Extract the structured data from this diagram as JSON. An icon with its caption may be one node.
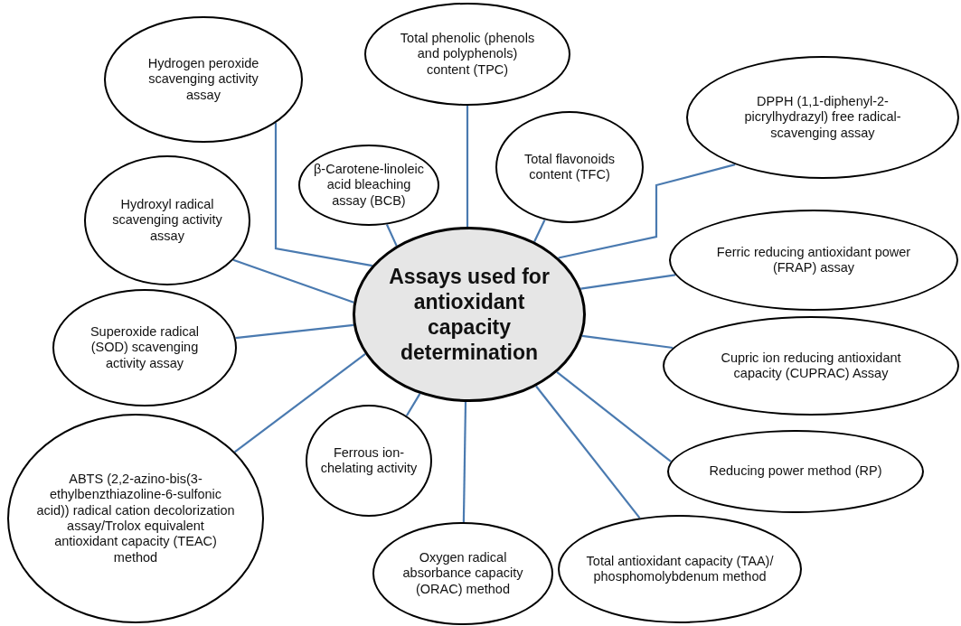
{
  "diagram": {
    "nodes": [
      {
        "text": [
          "Assays used for antioxidant capacity determination"
        ]
      },
      {
        "text": [
          "Total phenolic (phenols and polyphenols) content (TPC)"
        ]
      },
      {
        "text": [
          "Hydrogen peroxide scavenging activity assay"
        ]
      },
      {
        "text": [
          "DPPH (1,1-diphenyl-2-picrylhydrazyl) free radical-scavenging assay"
        ]
      },
      {
        "text": [
          "Total flavonoids content (TFC)"
        ]
      },
      {
        "text": [
          "β-Carotene-linoleic acid bleaching assay (BCB)"
        ]
      },
      {
        "text": [
          "Hydroxyl radical scavenging activity assay"
        ]
      },
      {
        "text": [
          "Ferric reducing antioxidant power (FRAP) assay"
        ]
      },
      {
        "text": [
          "Superoxide radical (SOD) scavenging activity assay"
        ]
      },
      {
        "text": [
          "Cupric ion reducing antioxidant capacity (CUPRAC) Assay"
        ]
      },
      {
        "text": [
          "ABTS (2,2-azino-bis(3-ethylbenzthiazoline-6-sulfonic acid)) radical cation decolorization assay/Trolox equivalent antioxidant capacity (TEAC) method"
        ]
      },
      {
        "text": [
          "Ferrous ion-chelating activity"
        ]
      },
      {
        "text": [
          "Reducing power method (RP)"
        ]
      },
      {
        "text": [
          "Oxygen radical absorbance capacity (ORAC) method"
        ]
      },
      {
        "text": [
          "Total antioxidant capacity (TAA)/ phosphomolybdenum method"
        ]
      }
    ],
    "edges": [
      {
        "from": 0,
        "to": 1,
        "arrow": "none"
      },
      {
        "from": 0,
        "to": 2,
        "arrow": "none"
      },
      {
        "from": 0,
        "to": 3,
        "arrow": "none"
      },
      {
        "from": 0,
        "to": 4,
        "arrow": "none"
      },
      {
        "from": 0,
        "to": 5,
        "arrow": "none"
      },
      {
        "from": 0,
        "to": 6,
        "arrow": "none"
      },
      {
        "from": 0,
        "to": 7,
        "arrow": "none"
      },
      {
        "from": 0,
        "to": 8,
        "arrow": "none"
      },
      {
        "from": 0,
        "to": 9,
        "arrow": "none"
      },
      {
        "from": 0,
        "to": 10,
        "arrow": "none"
      },
      {
        "from": 0,
        "to": 11,
        "arrow": "none"
      },
      {
        "from": 0,
        "to": 12,
        "arrow": "none"
      },
      {
        "from": 0,
        "to": 13,
        "arrow": "none"
      },
      {
        "from": 0,
        "to": 14,
        "arrow": "none"
      }
    ]
  }
}
